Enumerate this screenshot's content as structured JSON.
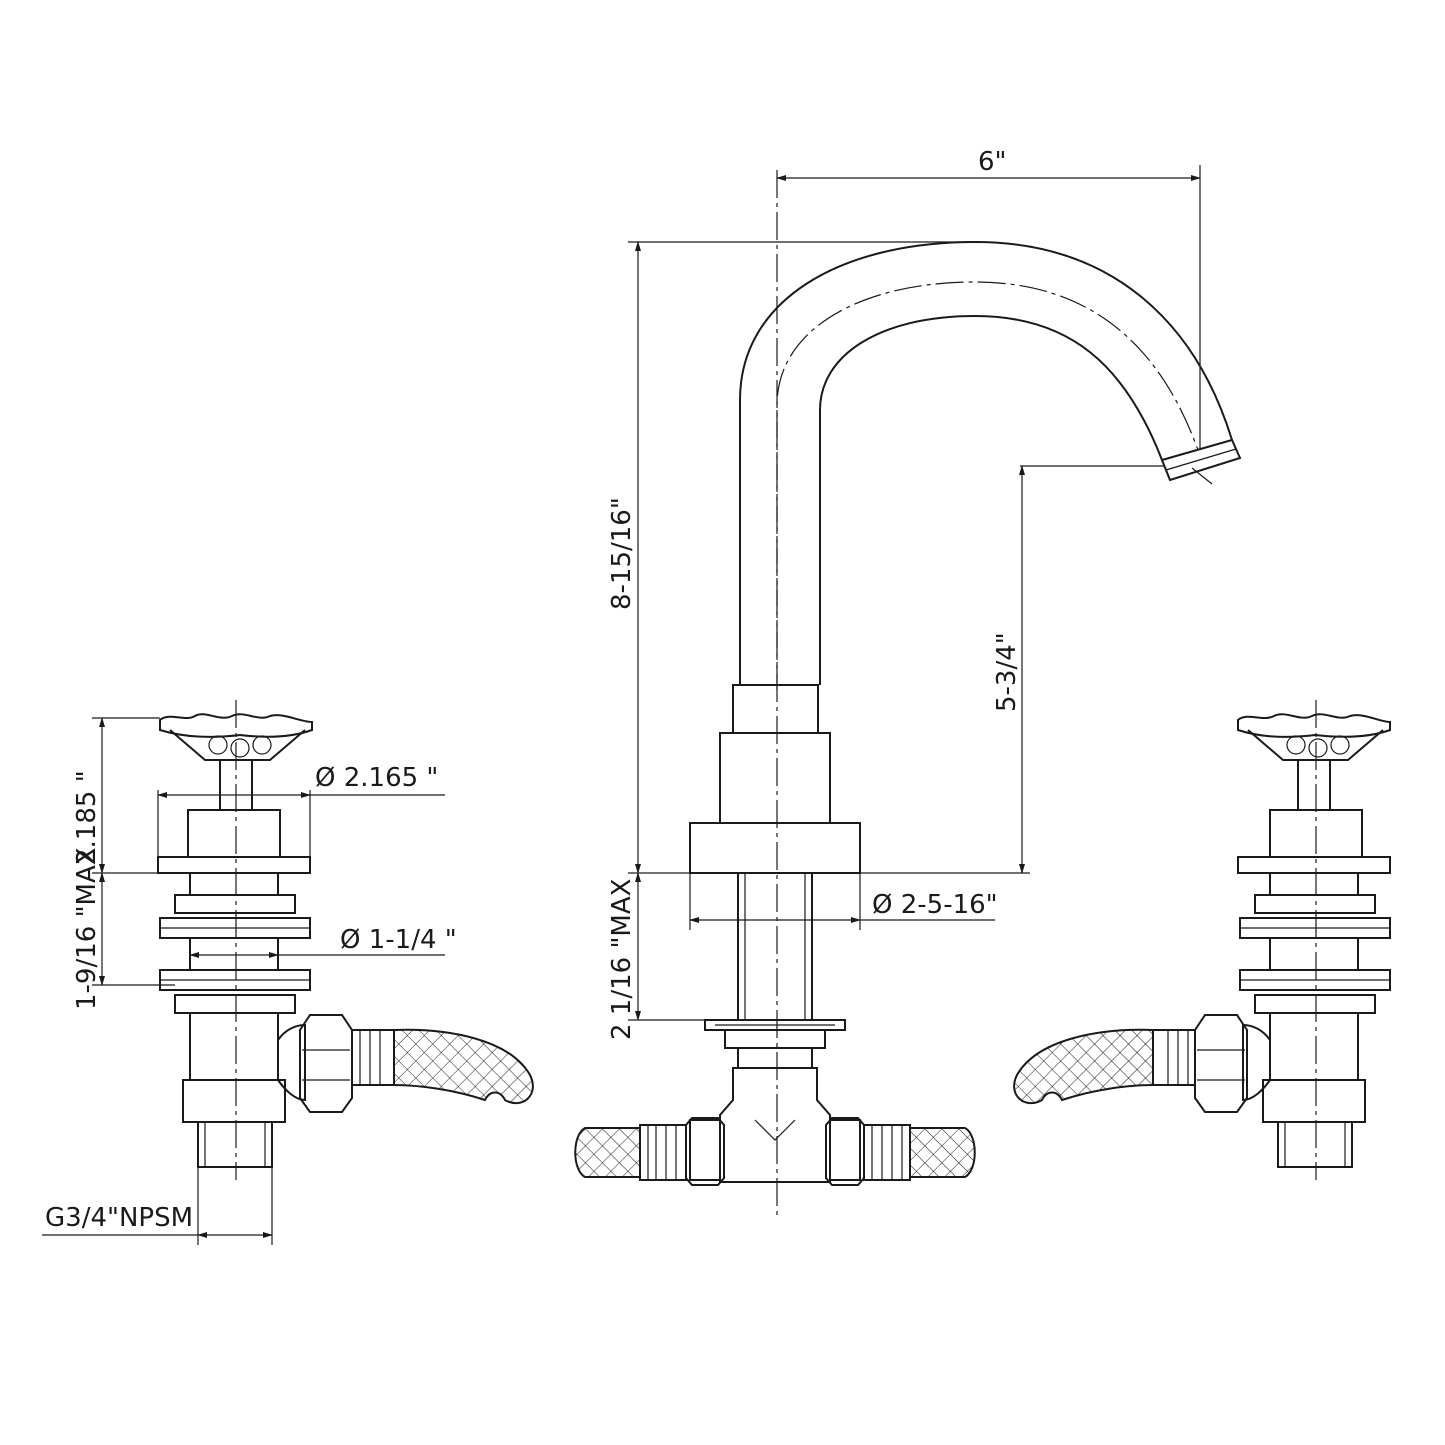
{
  "dimensions": {
    "spout_reach": "6\"",
    "spout_height": "8-15/16\"",
    "outlet_height": "5-3/4\"",
    "spout_base_diameter": "Ø 2-5-16\"",
    "spout_deck_thickness": "2 1/16 \"MAX",
    "handle_height": "2.185 \"",
    "handle_diameter": "Ø 2.165 \"",
    "handle_deck_thickness": "1-9/16 \"MAX",
    "shank_diameter": "Ø 1-1/4 \"",
    "connection_thread": "G3/4\"NPSM"
  },
  "colors": {
    "line": "#1a1a1a",
    "background": "#ffffff"
  }
}
